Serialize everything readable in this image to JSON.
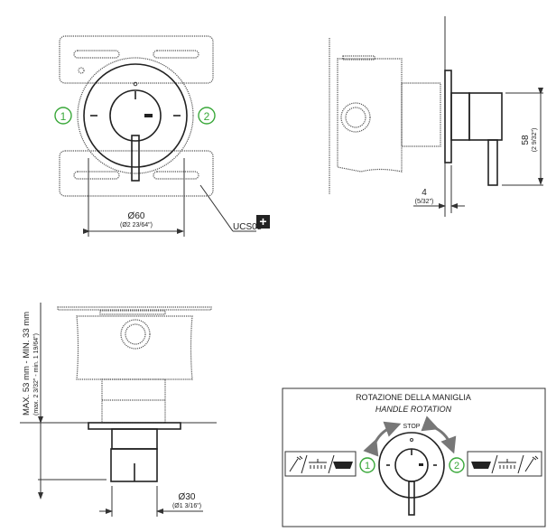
{
  "front_view": {
    "position_1": "1",
    "position_2": "2",
    "diameter": "Ø60",
    "diameter_inch": "(Ø2 23/64\")",
    "accessory_code": "UCS05",
    "accessory_plus": "+"
  },
  "side_view": {
    "height": "58",
    "height_inch": "(2 9/32\")",
    "plate_thickness": "4",
    "plate_thickness_inch": "(5/32\")"
  },
  "bottom_view": {
    "depth_range": "MAX. 53 mm - MIN. 33 mm",
    "depth_range_inch": "(max. 2 3/32\" - min. 1 19/64\")",
    "diameter": "Ø30",
    "diameter_inch": "(Ø1 3/16\")"
  },
  "rotation_box": {
    "title_it": "ROTAZIONE DELLA MANIGLIA",
    "title_en": "HANDLE ROTATION",
    "stop_label": "STOP",
    "position_1": "1",
    "position_2": "2",
    "icons_left": [
      "hand-shower-icon",
      "shower-head-icon",
      "bathtub-icon"
    ],
    "icons_right": [
      "bathtub-icon",
      "shower-head-icon",
      "hand-shower-icon"
    ]
  },
  "colors": {
    "accent_green": "#3aa83a",
    "line": "#222222"
  }
}
